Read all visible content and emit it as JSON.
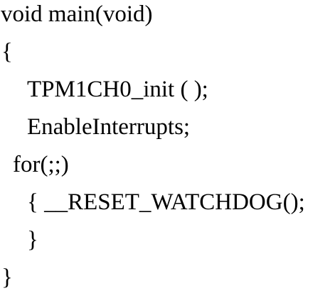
{
  "code": {
    "lines": [
      "void main(void)",
      "{",
      "TPM1CH0_init ( );",
      "EnableInterrupts;",
      "for(;;)",
      "{ __RESET_WATCHDOG();",
      "}",
      "}"
    ]
  }
}
